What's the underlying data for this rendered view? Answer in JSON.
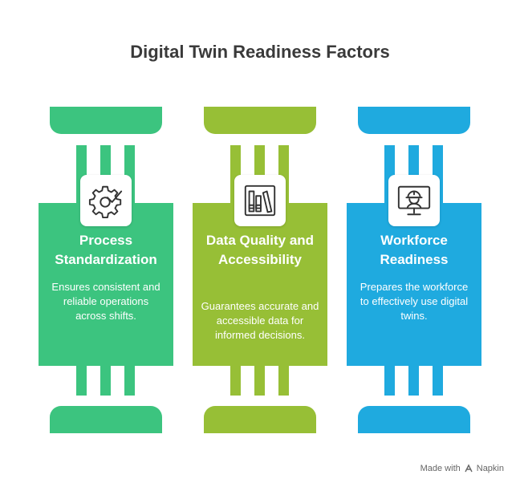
{
  "title": "Digital Twin Readiness Factors",
  "factors": [
    {
      "title": "Process Standardization",
      "description": "Ensures consistent and reliable operations across shifts.",
      "icon": "gear-check-icon",
      "color": "#3cc47f"
    },
    {
      "title": "Data Quality and Accessibility",
      "description": "Guarantees accurate and accessible data for informed decisions.",
      "icon": "data-chart-icon",
      "color": "#97bf36"
    },
    {
      "title": "Workforce Readiness",
      "description": "Prepares the workforce to effectively use digital twins.",
      "icon": "worker-monitor-icon",
      "color": "#1faadf"
    }
  ],
  "footer": {
    "made_with": "Made with",
    "brand": "Napkin"
  }
}
